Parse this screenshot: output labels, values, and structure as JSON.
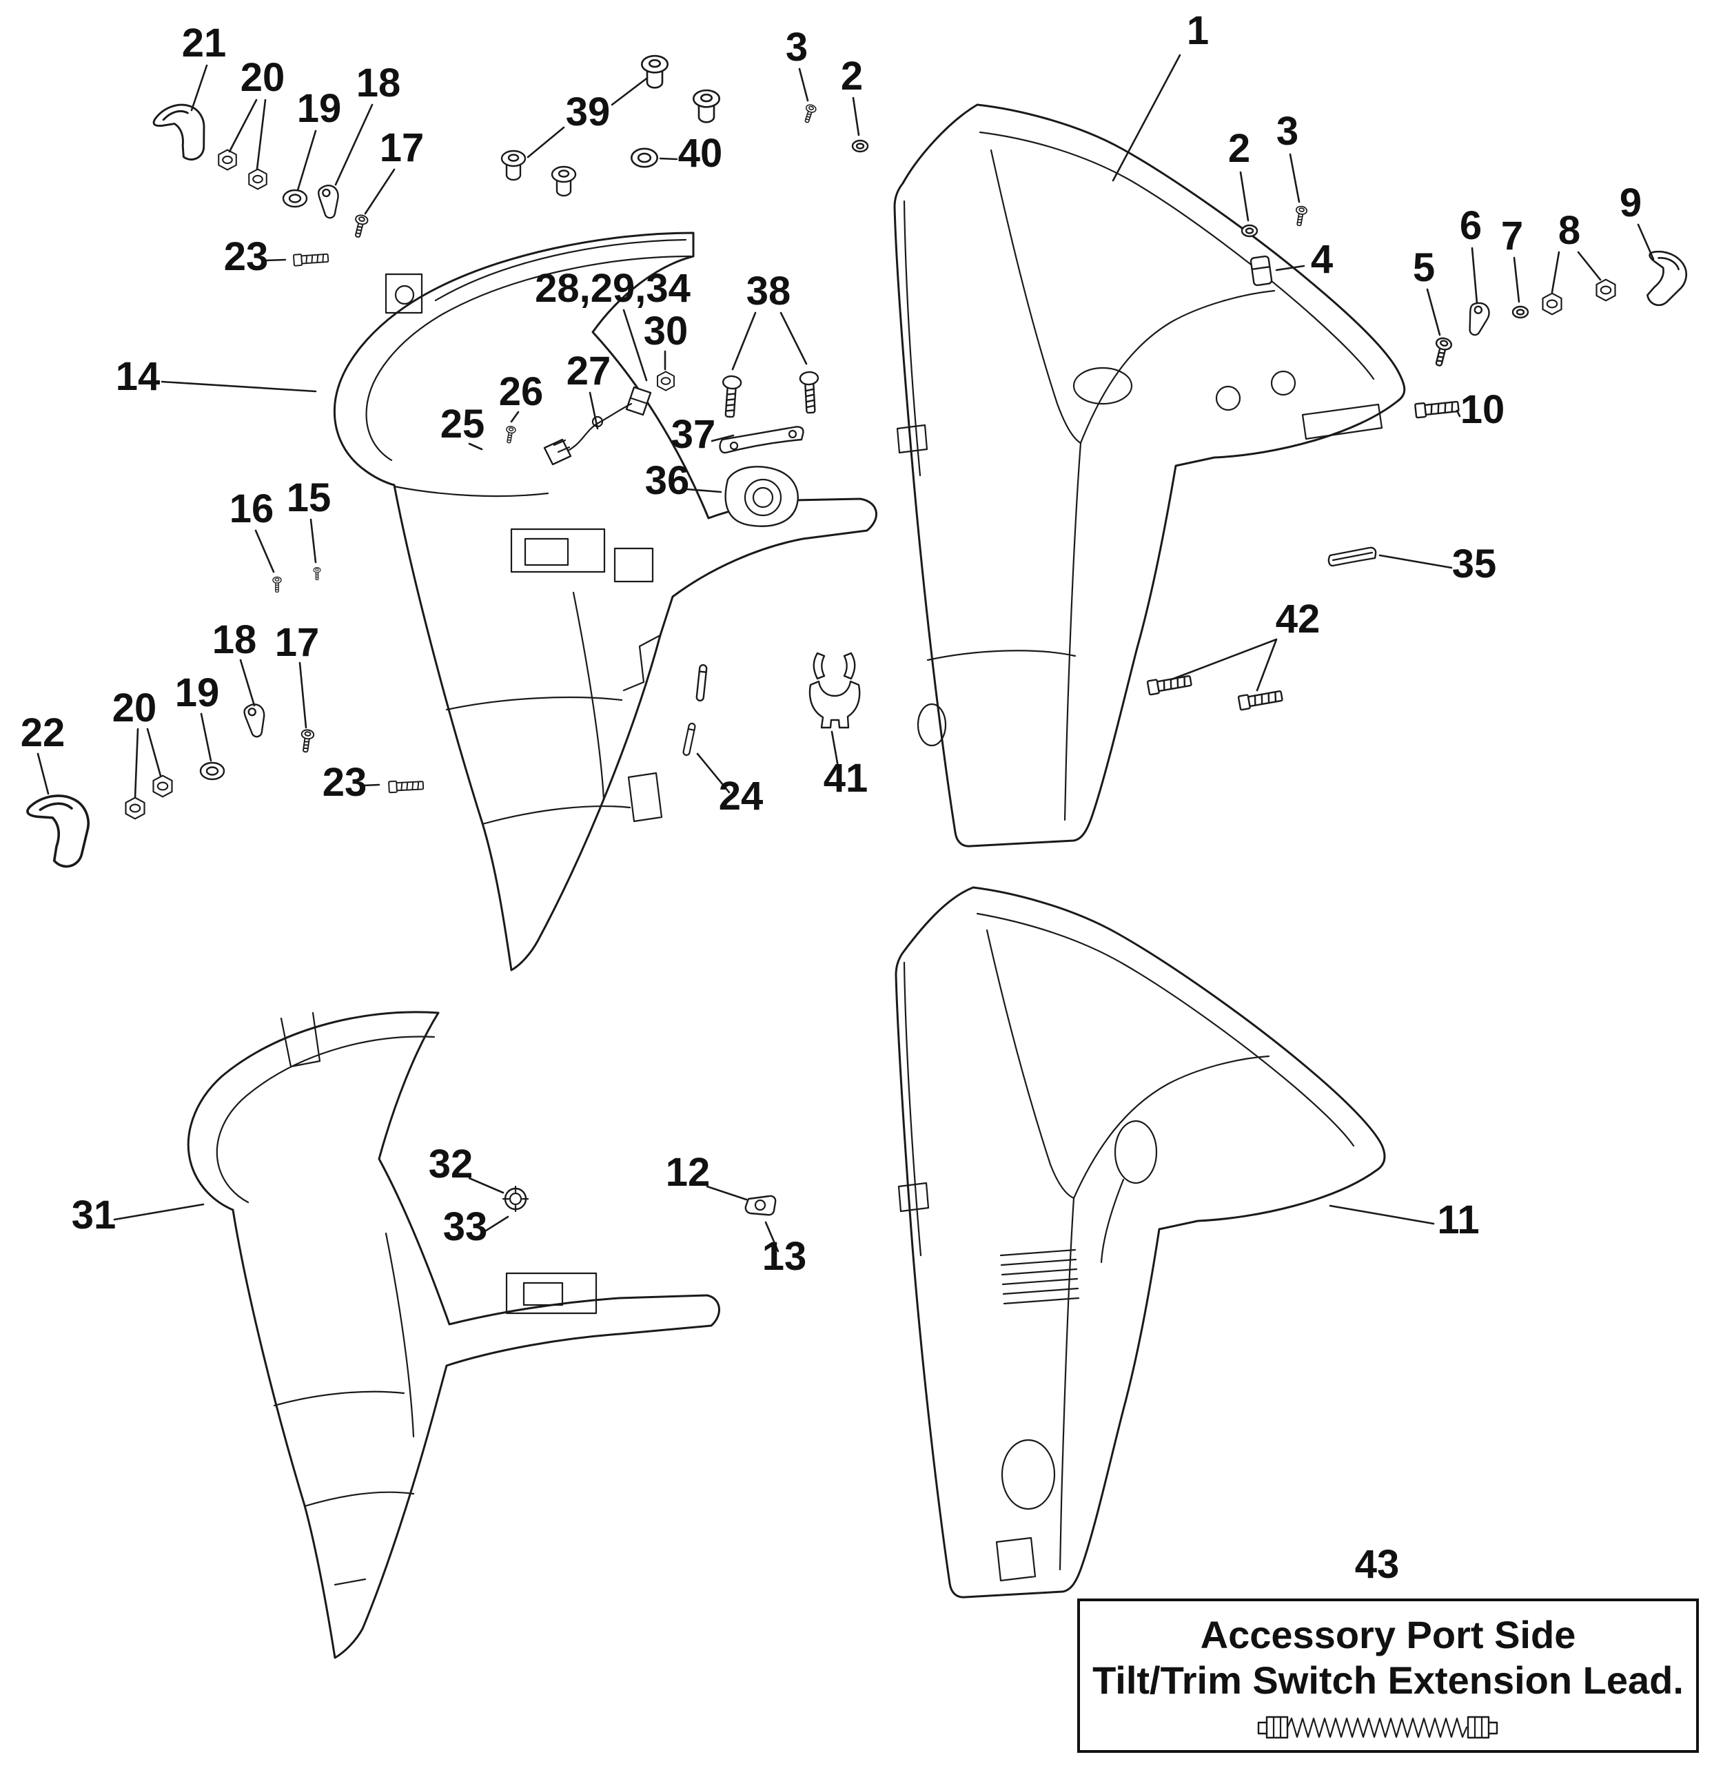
{
  "figure": {
    "type": "exploded-parts-diagram",
    "colors": {
      "background": "#ffffff",
      "line": "#1a1a1a",
      "text": "#111111"
    },
    "callouts": [
      {
        "label": "21"
      },
      {
        "label": "20"
      },
      {
        "label": "19"
      },
      {
        "label": "18"
      },
      {
        "label": "17"
      },
      {
        "label": "23"
      },
      {
        "label": "14"
      },
      {
        "label": "39"
      },
      {
        "label": "40"
      },
      {
        "label": "3"
      },
      {
        "label": "2"
      },
      {
        "label": "1"
      },
      {
        "label": "2"
      },
      {
        "label": "3"
      },
      {
        "label": "4"
      },
      {
        "label": "5"
      },
      {
        "label": "6"
      },
      {
        "label": "7"
      },
      {
        "label": "8"
      },
      {
        "label": "9"
      },
      {
        "label": "10"
      },
      {
        "label": "28,29,34"
      },
      {
        "label": "30"
      },
      {
        "label": "38"
      },
      {
        "label": "27"
      },
      {
        "label": "26"
      },
      {
        "label": "25"
      },
      {
        "label": "37"
      },
      {
        "label": "36"
      },
      {
        "label": "35"
      },
      {
        "label": "16"
      },
      {
        "label": "15"
      },
      {
        "label": "42"
      },
      {
        "label": "18"
      },
      {
        "label": "17"
      },
      {
        "label": "20"
      },
      {
        "label": "19"
      },
      {
        "label": "22"
      },
      {
        "label": "23"
      },
      {
        "label": "24"
      },
      {
        "label": "41"
      },
      {
        "label": "31"
      },
      {
        "label": "32"
      },
      {
        "label": "33"
      },
      {
        "label": "12"
      },
      {
        "label": "13"
      },
      {
        "label": "11"
      },
      {
        "label": "43"
      }
    ],
    "note_box": {
      "line1": "Accessory Port Side",
      "line2": "Tilt/Trim Switch Extension Lead."
    }
  }
}
